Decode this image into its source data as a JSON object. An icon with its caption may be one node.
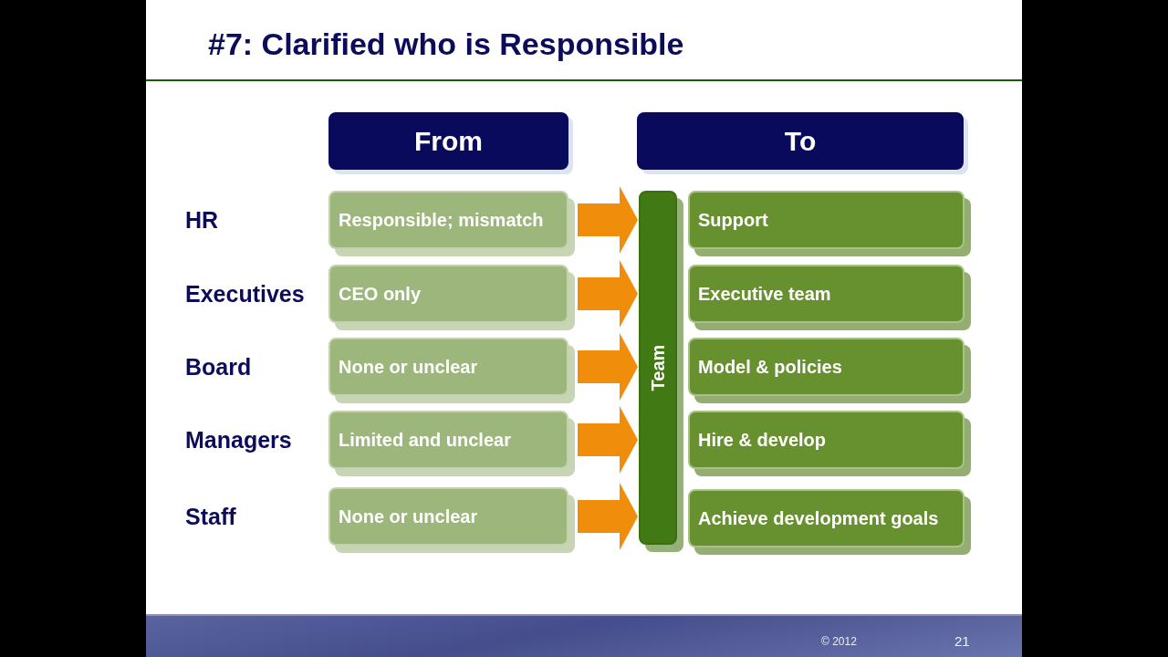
{
  "diagram": {
    "title": "#7: Clarified who is Responsible",
    "nodes": [
      {
        "text": [
          "From"
        ]
      },
      {
        "text": [
          "To"
        ]
      },
      {
        "text": [
          "Responsible; mismatch"
        ]
      },
      {
        "text": [
          "CEO only"
        ]
      },
      {
        "text": [
          "None or unclear"
        ]
      },
      {
        "text": [
          "Limited and unclear"
        ]
      },
      {
        "text": [
          "None or unclear"
        ]
      },
      {
        "text": [
          "Team"
        ]
      },
      {
        "text": [
          "Support"
        ]
      },
      {
        "text": [
          "Executive team"
        ]
      },
      {
        "text": [
          "Model & policies"
        ]
      },
      {
        "text": [
          "Hire & develop"
        ]
      },
      {
        "text": [
          "Achieve development goals"
        ]
      }
    ],
    "edges": [
      {
        "from": 2,
        "to": 7,
        "arrow": "to"
      },
      {
        "from": 3,
        "to": 7,
        "arrow": "to"
      },
      {
        "from": 4,
        "to": 7,
        "arrow": "to"
      },
      {
        "from": 5,
        "to": 7,
        "arrow": "to"
      },
      {
        "from": 6,
        "to": 7,
        "arrow": "to"
      }
    ],
    "labels": [
      "HR",
      "Executives",
      "Board",
      "Managers",
      "Staff",
      "© 2012",
      "21"
    ]
  }
}
